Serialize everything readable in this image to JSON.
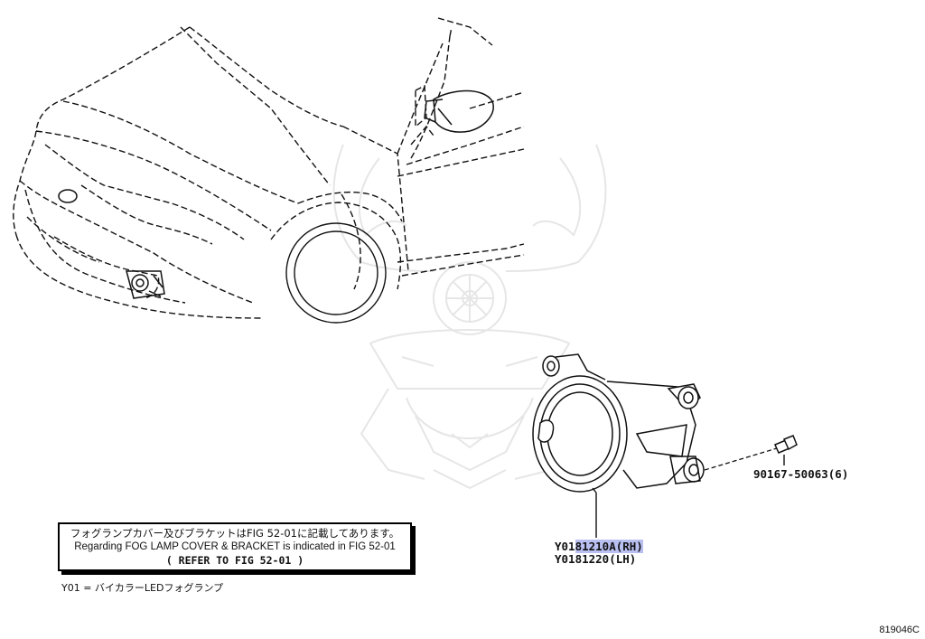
{
  "note": {
    "line_jp": "フォグランプカバー及びブラケットはFIG 52-01に記載してあります。",
    "line_en": "Regarding FOG LAMP COVER & BRACKET is indicated in FIG 52-01",
    "line_ref": "(  REFER TO FIG 52-01  )"
  },
  "legend": "Y01 = バイカラーLEDフォグランプ",
  "parts": {
    "bolt": "90167-50063(6)",
    "rh_prefix": "Y01",
    "rh_number": "81210A(RH)",
    "lh_prefix": "Y01",
    "lh_number": "81220(LH)"
  },
  "figure_id": "819046C",
  "colors": {
    "ink": "#111111",
    "highlight": "#b9bff0",
    "watermark": "#e6e6e6"
  },
  "icons": [
    "vehicle-front-outline",
    "fog-lamp-assembly",
    "bolt-icon",
    "watermark-samurai-mask"
  ]
}
